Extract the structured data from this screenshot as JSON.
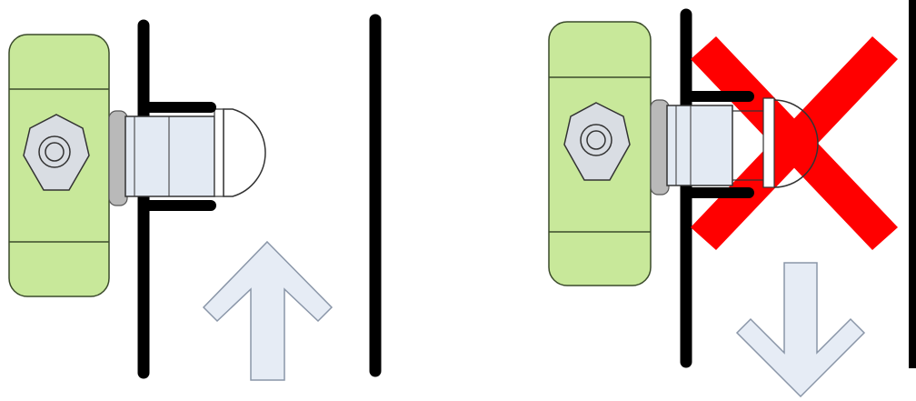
{
  "diagram": {
    "panels": [
      {
        "id": "correct",
        "valve_orientation": "handle-outside",
        "arrow": "up-arrow",
        "marked_wrong": false
      },
      {
        "id": "incorrect",
        "valve_orientation": "handle-outside",
        "arrow": "down-arrow",
        "marked_wrong": true
      }
    ],
    "colors": {
      "valve_body": "#c8e89a",
      "valve_outline": "#3a4a2a",
      "nut": "#d9dde3",
      "pipe": "#e3eaf3",
      "fitting_gray": "#b9b9b9",
      "wall": "#000000",
      "arrow_fill": "#e6ecf5",
      "arrow_stroke": "#8a96a8",
      "cross": "#ff0000"
    },
    "icons": [
      "hex-nut-icon",
      "up-arrow-icon",
      "down-arrow-icon",
      "red-x-icon"
    ]
  }
}
